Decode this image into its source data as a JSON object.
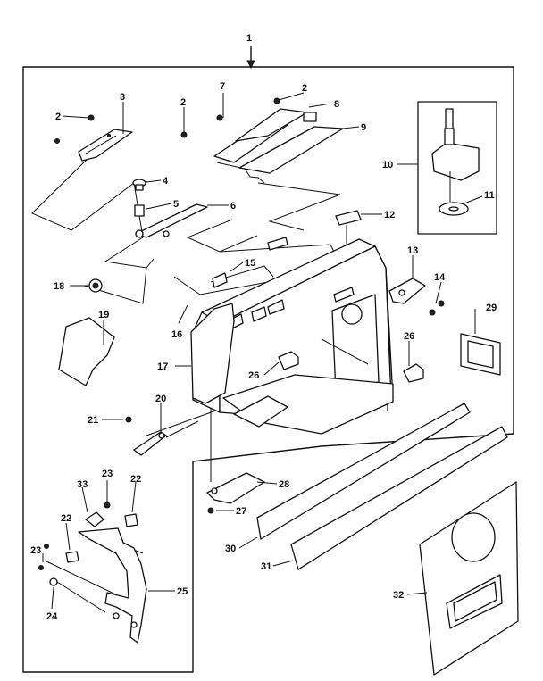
{
  "diagram": {
    "labels": [
      {
        "id": "c1",
        "text": "1"
      },
      {
        "id": "c2a",
        "text": "2"
      },
      {
        "id": "c2b",
        "text": "2"
      },
      {
        "id": "c2c",
        "text": "2"
      },
      {
        "id": "c3",
        "text": "3"
      },
      {
        "id": "c4",
        "text": "4"
      },
      {
        "id": "c5",
        "text": "5"
      },
      {
        "id": "c6",
        "text": "6"
      },
      {
        "id": "c7",
        "text": "7"
      },
      {
        "id": "c8",
        "text": "8"
      },
      {
        "id": "c9",
        "text": "9"
      },
      {
        "id": "c10",
        "text": "10"
      },
      {
        "id": "c11",
        "text": "11"
      },
      {
        "id": "c12",
        "text": "12"
      },
      {
        "id": "c13",
        "text": "13"
      },
      {
        "id": "c14",
        "text": "14"
      },
      {
        "id": "c15",
        "text": "15"
      },
      {
        "id": "c16",
        "text": "16"
      },
      {
        "id": "c17",
        "text": "17"
      },
      {
        "id": "c18",
        "text": "18"
      },
      {
        "id": "c19",
        "text": "19"
      },
      {
        "id": "c20",
        "text": "20"
      },
      {
        "id": "c21",
        "text": "21"
      },
      {
        "id": "c22a",
        "text": "22"
      },
      {
        "id": "c22b",
        "text": "22"
      },
      {
        "id": "c23a",
        "text": "23"
      },
      {
        "id": "c23b",
        "text": "23"
      },
      {
        "id": "c24",
        "text": "24"
      },
      {
        "id": "c25",
        "text": "25"
      },
      {
        "id": "c26a",
        "text": "26"
      },
      {
        "id": "c26b",
        "text": "26"
      },
      {
        "id": "c27",
        "text": "27"
      },
      {
        "id": "c28",
        "text": "28"
      },
      {
        "id": "c29",
        "text": "29"
      },
      {
        "id": "c30",
        "text": "30"
      },
      {
        "id": "c31",
        "text": "31"
      },
      {
        "id": "c32",
        "text": "32"
      },
      {
        "id": "c33",
        "text": "33"
      }
    ]
  }
}
